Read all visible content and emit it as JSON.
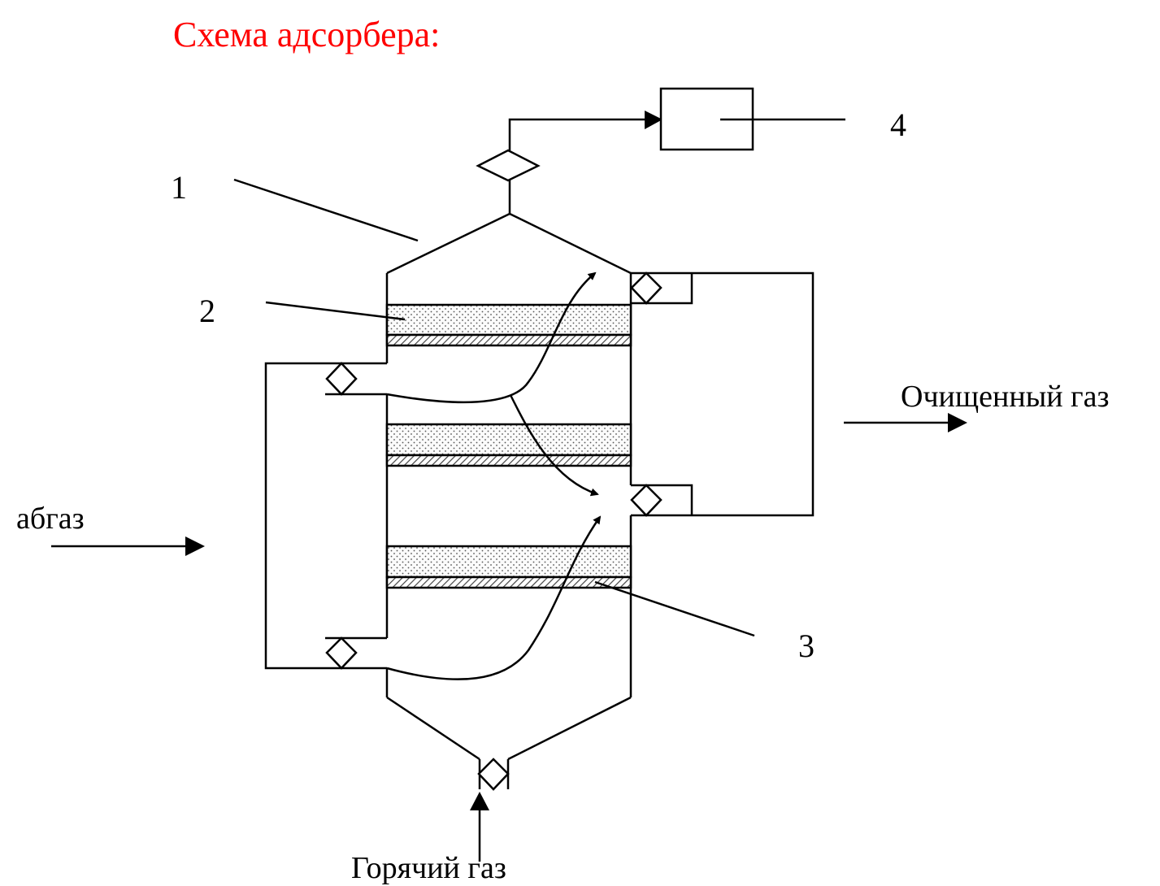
{
  "title": "Схема адсорбера:",
  "colors": {
    "title": "#ff0000",
    "line": "#000000",
    "background": "#ffffff"
  },
  "labels": {
    "n1": "1",
    "n2": "2",
    "n3": "3",
    "n4": "4",
    "inlet_gas": "абгаз",
    "clean_gas": "Очищенный газ",
    "hot_gas": "Горячий газ"
  }
}
